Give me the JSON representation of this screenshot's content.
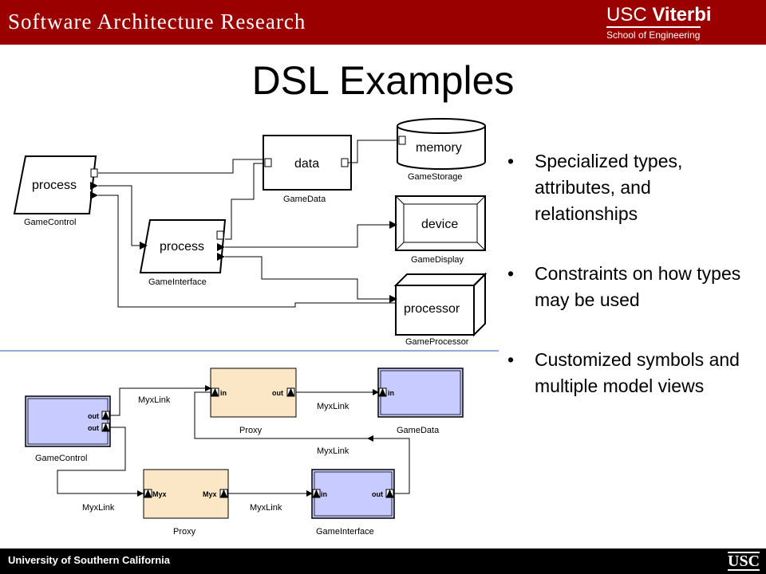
{
  "header": {
    "brand": "Software Architecture Research",
    "logo_usc": "USC",
    "logo_viterbi": "Viterbi",
    "logo_school": "School of Engineering"
  },
  "title": "DSL Examples",
  "bullets": [
    "Specialized types, attributes, and relationships",
    "Constraints on how types may be used",
    "Customized symbols and multiple model views"
  ],
  "diagram1": {
    "control_box": "process",
    "control_caption": "GameControl",
    "interface_box": "process",
    "interface_caption": "GameInterface",
    "data_box": "data",
    "data_caption": "GameData",
    "storage_box": "memory",
    "storage_caption": "GameStorage",
    "display_box": "device",
    "display_caption": "GameDisplay",
    "processor_box": "processor",
    "processor_caption": "GameProcessor"
  },
  "diagram2": {
    "gamecontrol_caption": "GameControl",
    "gamecontrol_out1": "out",
    "gamecontrol_out2": "out",
    "proxy1_in": "in",
    "proxy1_out": "out",
    "proxy1_caption": "Proxy",
    "gamedata_in": "in",
    "gamedata_caption": "GameData",
    "proxy2_myx_in": "Myx",
    "proxy2_myx_out": "Myx",
    "proxy2_caption": "Proxy",
    "gameinterface_in": "in",
    "gameinterface_out": "out",
    "gameinterface_caption": "GameInterface",
    "link_label": "MyxLink"
  },
  "footer": {
    "university": "University of Southern California",
    "mark": "USC"
  },
  "colors": {
    "brand_red": "#9a0000",
    "blue_box": "#c8cbff",
    "proxy_box": "#fbe7c6"
  }
}
